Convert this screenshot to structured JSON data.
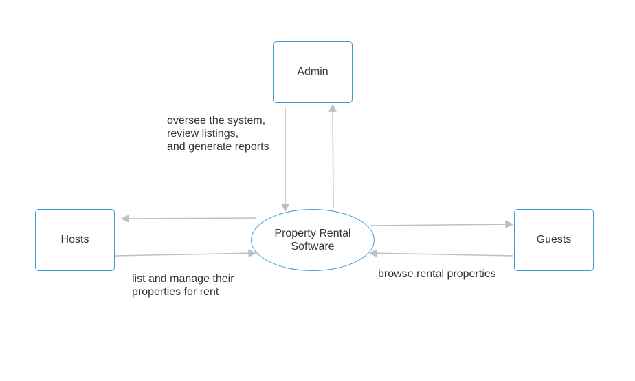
{
  "diagram": {
    "nodes": {
      "admin": "Admin",
      "hosts": "Hosts",
      "guests": "Guests"
    },
    "process": {
      "line1": "Property Rental",
      "line2": "Software"
    },
    "flows": {
      "admin_to_system": {
        "line1": "oversee the system,",
        "line2": "review listings,",
        "line3": "and generate reports"
      },
      "hosts_to_system": {
        "line1": "list and manage their",
        "line2": "properties for rent"
      },
      "guests_to_system": {
        "line1": "browse rental properties"
      }
    },
    "colors": {
      "node_border": "#3d9bd5",
      "arrow": "#bfbfbf",
      "text": "#333333"
    }
  }
}
